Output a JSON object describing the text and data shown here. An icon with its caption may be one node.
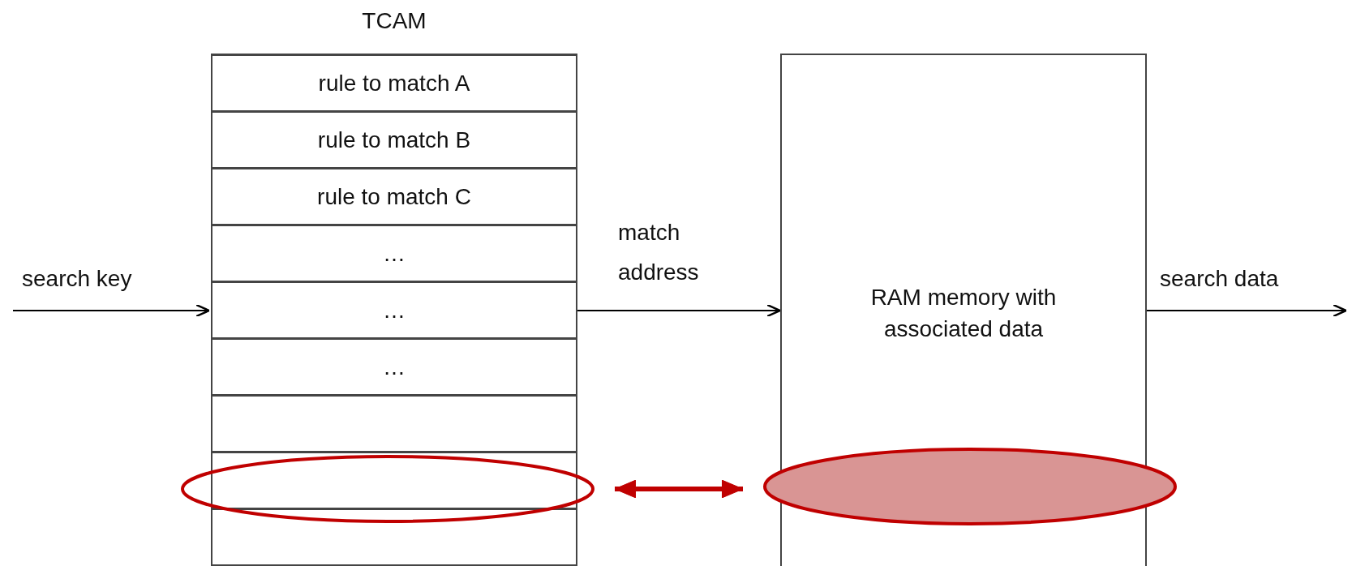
{
  "diagram": {
    "nodes": [
      {
        "text": [
          "TCAM"
        ]
      },
      {
        "text": [
          "rule to match A"
        ],
        "in": 0
      },
      {
        "text": [
          "rule to match B"
        ],
        "in": 0
      },
      {
        "text": [
          "rule to match C"
        ],
        "in": 0
      },
      {
        "text": [
          "…"
        ],
        "in": 0
      },
      {
        "text": [
          "…"
        ],
        "in": 0
      },
      {
        "text": [
          "…"
        ],
        "in": 0
      },
      {
        "text": [],
        "shape": "box",
        "in": 0
      },
      {
        "text": [],
        "shape": "box",
        "in": 0
      },
      {
        "text": [],
        "shape": "box",
        "in": 0
      },
      {
        "text": [
          "RAM memory with associated data"
        ]
      },
      {
        "text": [],
        "shape": "ellipse"
      },
      {
        "text": [],
        "shape": "ellipse"
      }
    ],
    "edges": [
      {
        "from": null,
        "to": 0,
        "arrow": "to",
        "label": "search key"
      },
      {
        "from": 0,
        "to": 10,
        "arrow": "to",
        "label": "match address"
      },
      {
        "from": 10,
        "to": null,
        "arrow": "to",
        "label": "search data"
      },
      {
        "from": 11,
        "to": 12,
        "arrow": "both",
        "style": "thick",
        "color": "#c00000"
      }
    ]
  }
}
